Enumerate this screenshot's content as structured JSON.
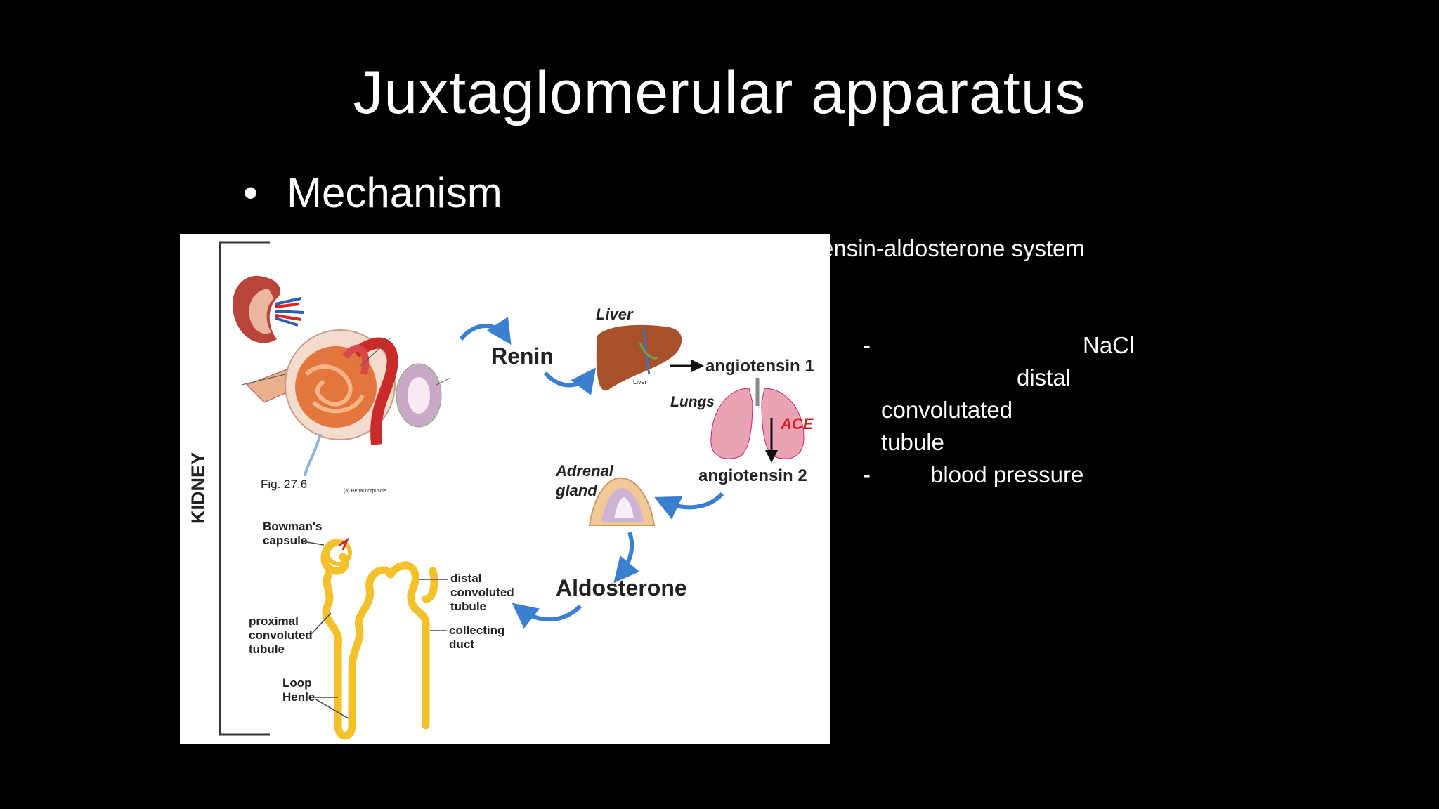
{
  "slide": {
    "title": "Juxtaglomerular apparatus",
    "bullet": "Mechanism",
    "system_line": "ensin-aldosterone system",
    "dash1": "-",
    "nacl": "NaCl",
    "distal": "distal",
    "convolutated": "convolutated",
    "tubule": "tubule",
    "dash2": "-",
    "blood_pressure": "blood pressure"
  },
  "figure": {
    "kidney_label": "KIDNEY",
    "fig_label": "Fig. 27.6",
    "renin": "Renin",
    "liver": "Liver",
    "liver_small": "Liver",
    "angiotensin1": "angiotensin 1",
    "lungs": "Lungs",
    "ace": "ACE",
    "angiotensin2": "angiotensin 2",
    "adrenal_line1": "Adrenal",
    "adrenal_line2": "gland",
    "aldosterone": "Aldosterone",
    "bowmans_line1": "Bowman's",
    "bowmans_line2": "capsule",
    "distal_line1": "distal",
    "distal_line2": "convoluted",
    "distal_line3": "tubule",
    "collecting_line1": "collecting",
    "collecting_line2": "duct",
    "proximal_line1": "proximal",
    "proximal_line2": "convoluted",
    "proximal_line3": "tubule",
    "loop_line1": "Loop",
    "loop_line2": "Henle",
    "renal_corpuscle": "(a) Renal corpuscle"
  },
  "colors": {
    "arrow_blue": "#3b7fd1",
    "tubule_yellow": "#f5c12b",
    "liver_brown": "#a8502a",
    "lung_pink": "#e9a3b2",
    "ace_red": "#d42020"
  }
}
